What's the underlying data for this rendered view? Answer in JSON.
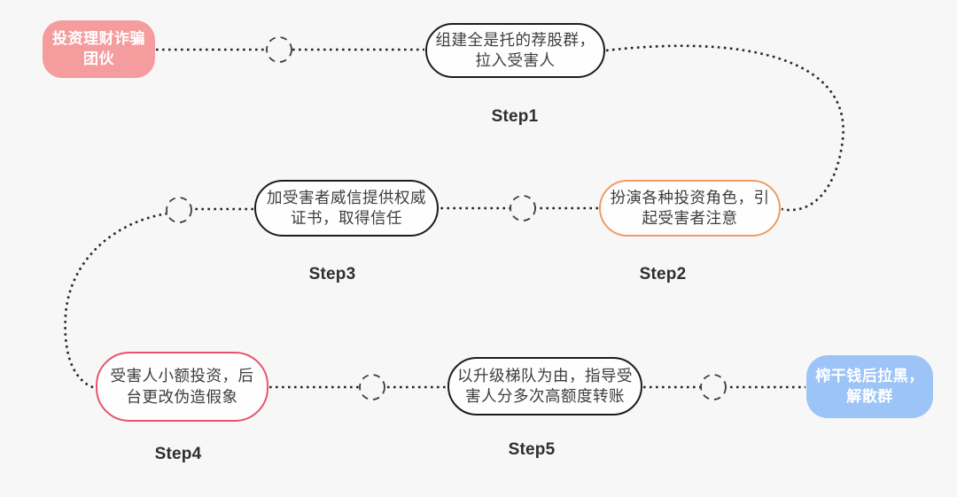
{
  "diagram": {
    "background": "#F7F7F7",
    "connector_color": "#262626",
    "nodes": {
      "start": {
        "text": "投资理财诈骗\n团伙",
        "fill": "#F49C9E",
        "text_color": "#FFFFFF"
      },
      "step1": {
        "text": "组建全是托的荐股群，\n拉入受害人",
        "border": "#1C1C1C",
        "label": "Step1"
      },
      "step2": {
        "text": "扮演各种投资角色，引\n起受害者注意",
        "border": "#EF9B66",
        "label": "Step2"
      },
      "step3": {
        "text": "加受害者威信提供权威\n证书，取得信任",
        "border": "#1C1C1C",
        "label": "Step3"
      },
      "step4": {
        "text": "受害人小额投资，后\n台更改伪造假象",
        "border": "#E9536F",
        "label": "Step4"
      },
      "step5": {
        "text": "以升级梯队为由，指导受\n害人分多次高额度转账",
        "border": "#1C1C1C",
        "label": "Step5"
      },
      "end": {
        "text": "榨干钱后拉黑，\n解散群",
        "fill": "#9CC4F6",
        "text_color": "#FFFFFF"
      }
    }
  }
}
